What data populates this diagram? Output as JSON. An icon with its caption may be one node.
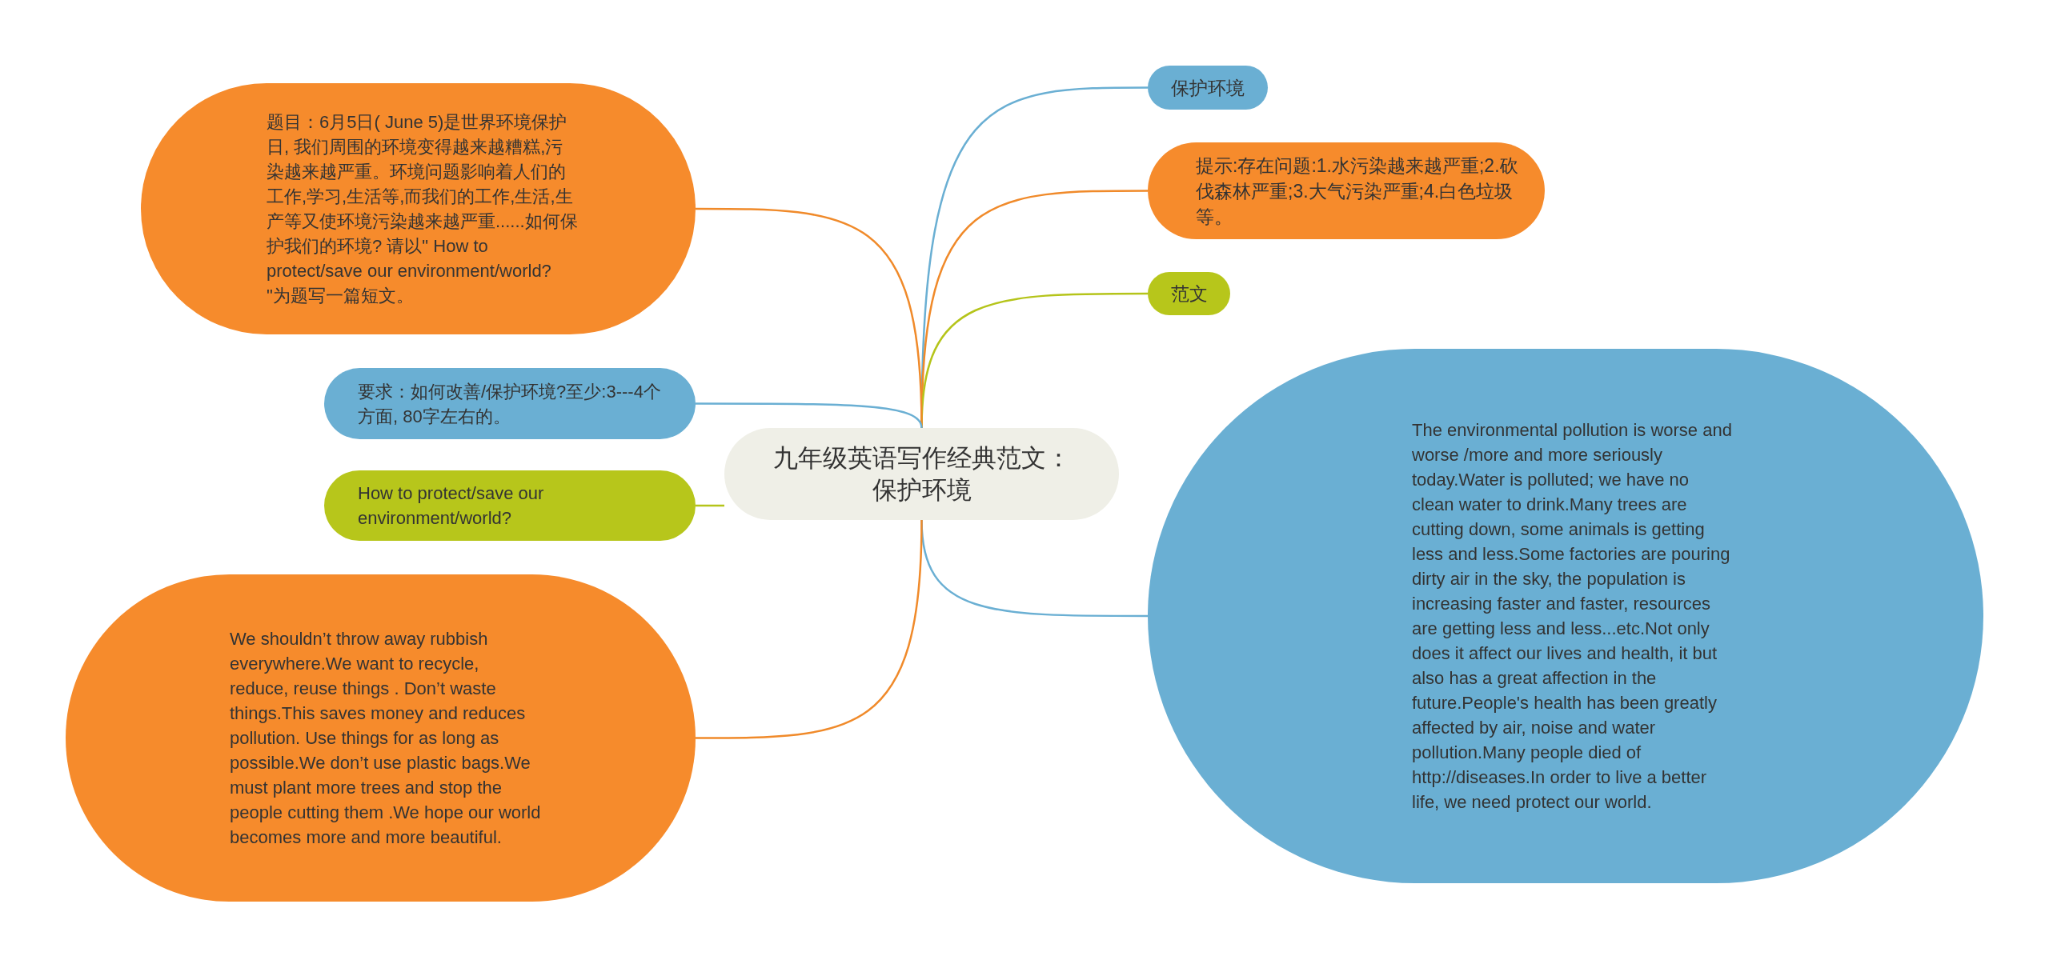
{
  "diagram": {
    "nodes": [
      {
        "text": [
          "九年级英语写作经典范文：保护环境"
        ]
      },
      {
        "text": [
          "保护环境"
        ]
      },
      {
        "text": [
          "提示:存在问题:1.水污染越来越严重;2.砍伐森林严重;3.大气污染严重;4.白色垃圾等。"
        ]
      },
      {
        "text": [
          "范文"
        ]
      },
      {
        "text": [
          "The environmental pollution is worse and worse /more and more seriously today.Water is polluted; we have no clean water to drink.Many trees are cutting down, some animals is getting less and less.Some factories are pouring dirty air in the sky, the population is increasing faster and faster, resources are getting less and less...etc.Not only does it affect our lives and health, it but also has a great affection in the future.People's health has been greatly affected by air, noise and water pollution.Many people died of http://diseases.In order to live a better life, we need protect our world."
        ]
      },
      {
        "text": [
          "题目：6月5日( June 5)是世界环境保护日, 我们周围的环境变得越来越糟糕,污染越来越严重。环境问题影响着人们的工作,学习,生活等,而我们的工作,生活,生产等又使环境污染越来越严重......如何保护我们的环境? 请以\" How to protect/save our environment/world? \"为题写一篇短文。"
        ]
      },
      {
        "text": [
          "要求：如何改善/保护环境?至少:3---4个方面, 80字左右的。"
        ]
      },
      {
        "text": [
          "How to protect/save our environment/world?"
        ]
      },
      {
        "text": [
          "We shouldn’t throw away rubbish everywhere.We want to recycle, reduce, reuse things . Don’t waste things.This saves money and reduces pollution. Use things for as long as possible.We don’t use plastic bags.We must plant more trees and stop the people cutting them .We hope our world becomes more and more beautiful."
        ]
      }
    ],
    "edges": [
      {
        "from": 0,
        "to": 1,
        "arrow": "none",
        "color": "#6aafd3"
      },
      {
        "from": 0,
        "to": 2,
        "arrow": "none",
        "color": "#f08a2a"
      },
      {
        "from": 0,
        "to": 3,
        "arrow": "none",
        "color": "#b5c41a"
      },
      {
        "from": 0,
        "to": 4,
        "arrow": "none",
        "color": "#6aafd3"
      },
      {
        "from": 0,
        "to": 5,
        "arrow": "none",
        "color": "#f08a2a"
      },
      {
        "from": 0,
        "to": 6,
        "arrow": "none",
        "color": "#6aafd3"
      },
      {
        "from": 0,
        "to": 7,
        "arrow": "none",
        "color": "#b5c41a"
      },
      {
        "from": 0,
        "to": 8,
        "arrow": "none",
        "color": "#f08a2a"
      }
    ]
  }
}
